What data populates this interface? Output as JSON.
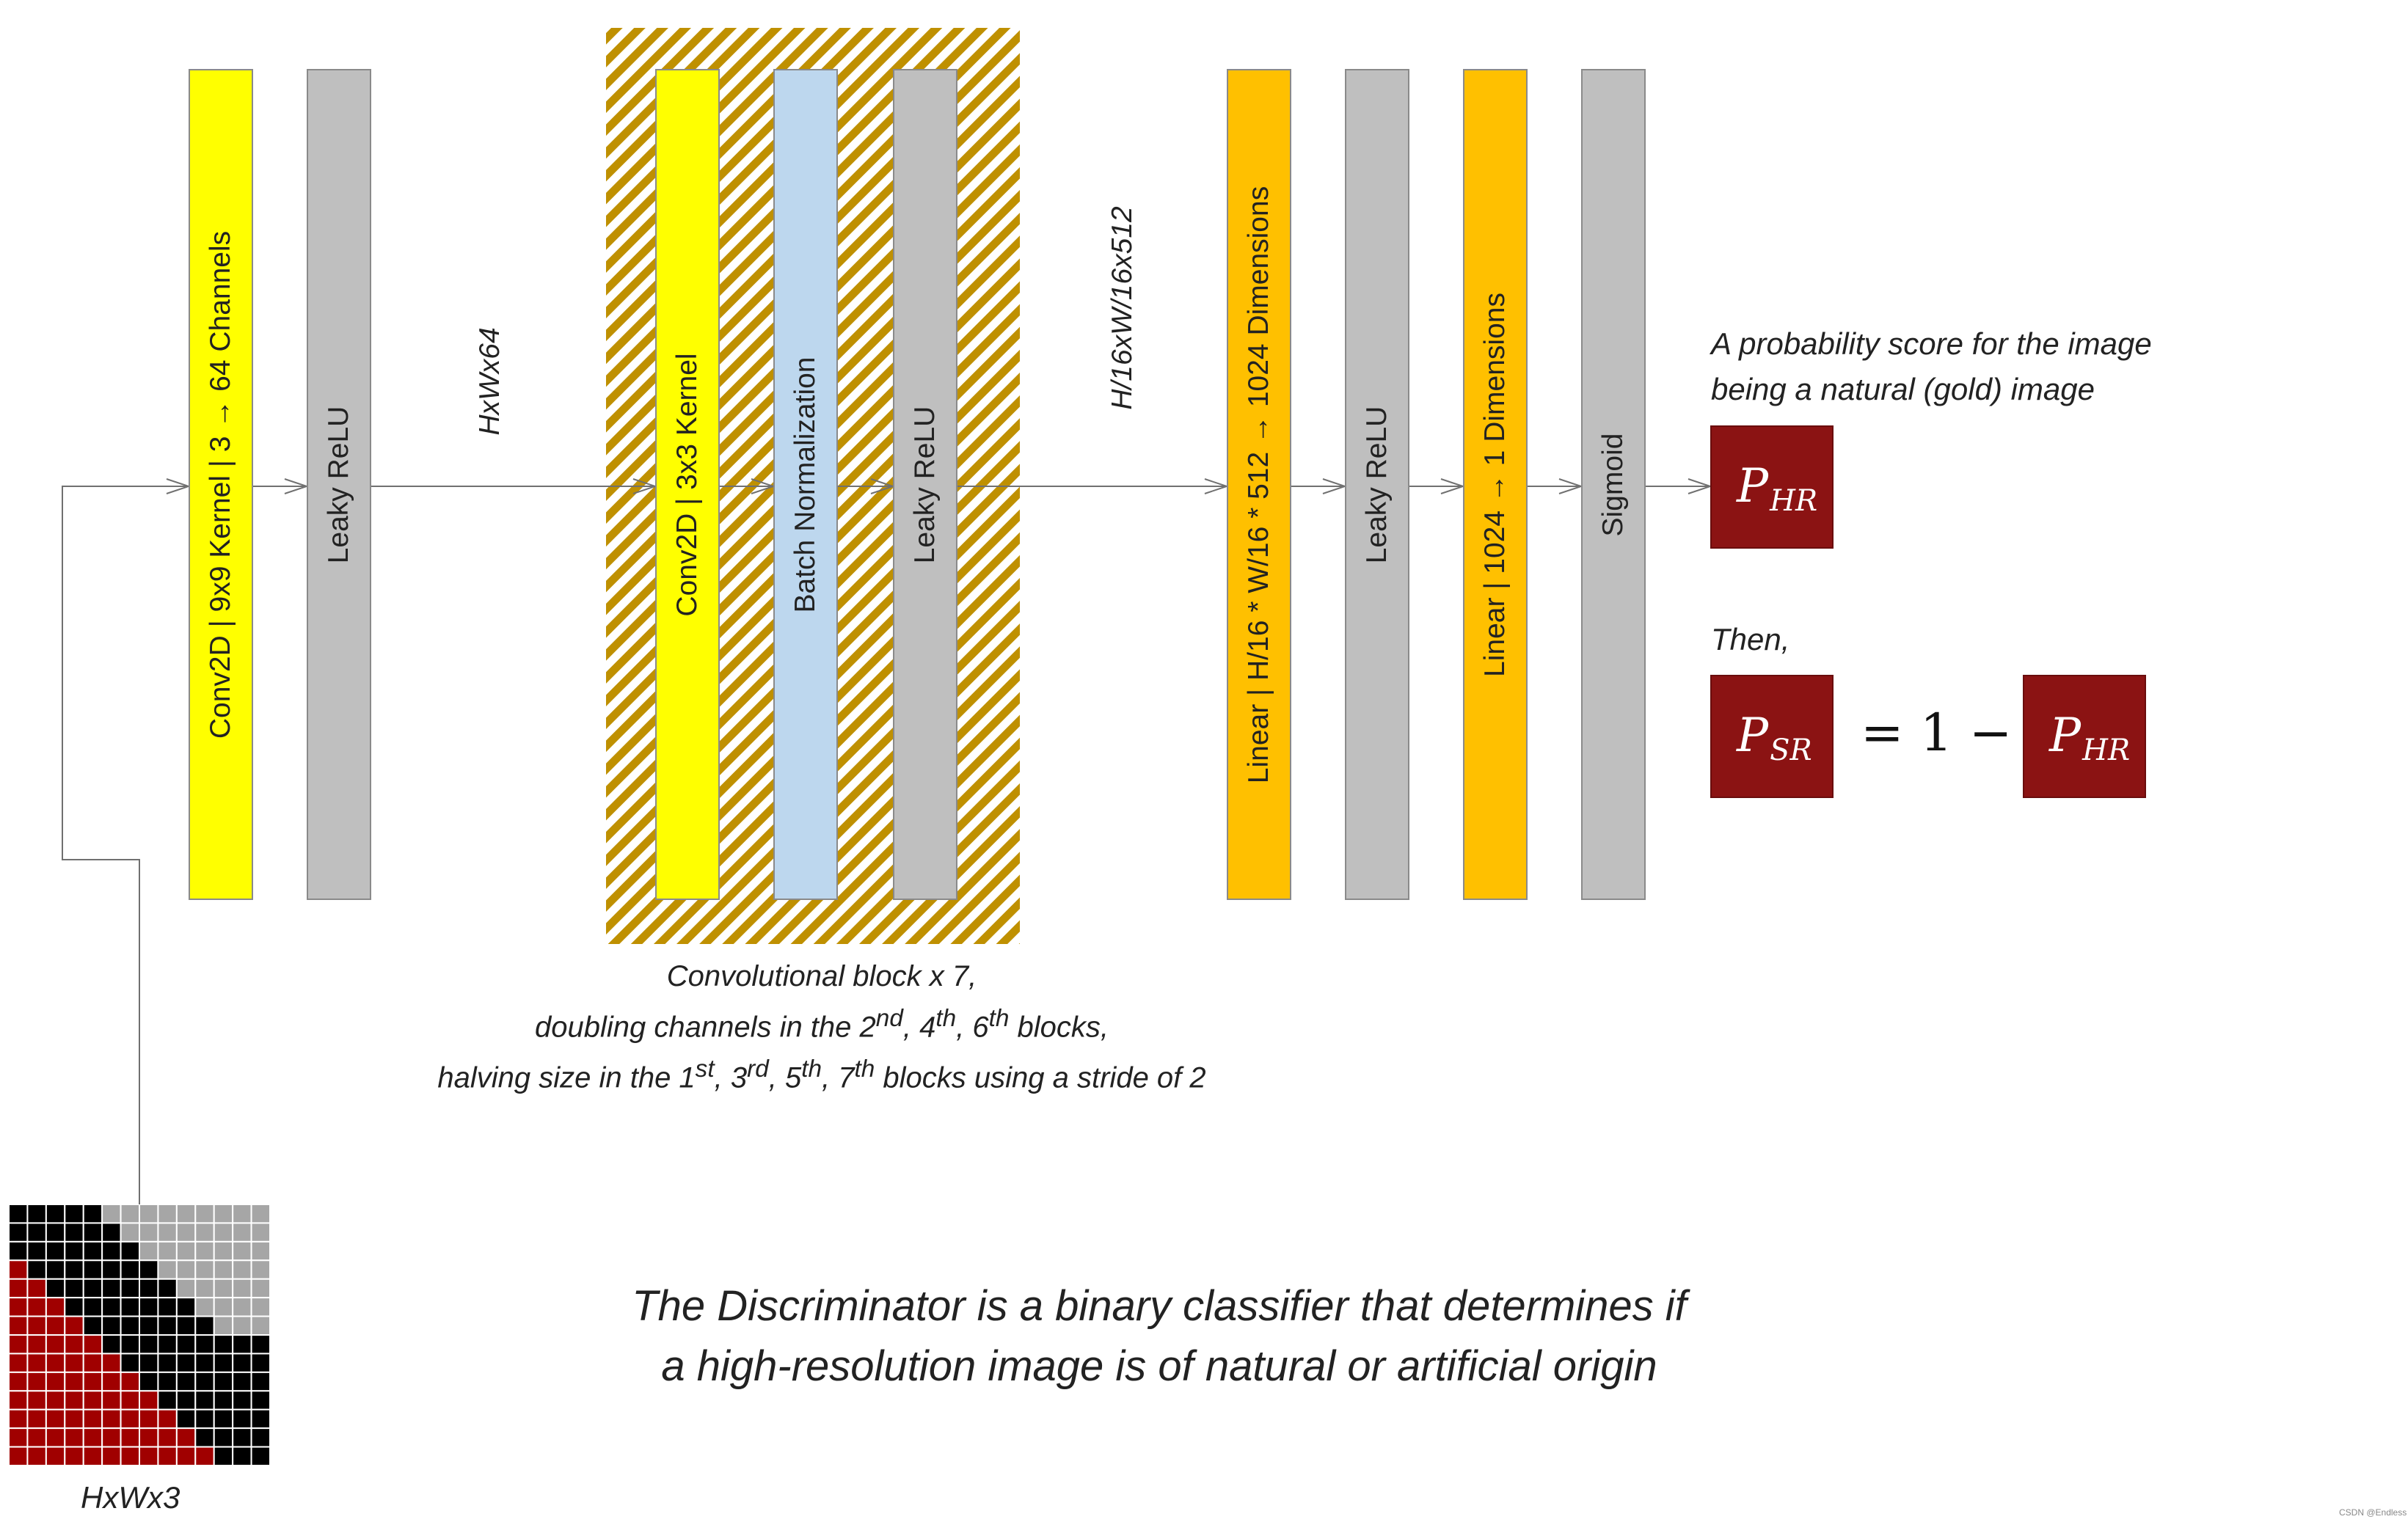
{
  "layers": {
    "conv_first": "Conv2D | 9x9 Kernel | 3 → 64 Channels",
    "leaky1": "Leaky ReLU",
    "conv_block": "Conv2D | 3x3 Kernel",
    "batchnorm": "Batch Normalization",
    "leaky2": "Leaky ReLU",
    "linear1": "Linear | H/16 * W/16 * 512 → 1024 Dimensions",
    "leaky3": "Leaky ReLU",
    "linear2": "Linear | 1024 → 1 Dimensions",
    "sigmoid": "Sigmoid"
  },
  "dims": {
    "hxwx64": "HxWx64",
    "h16w16x512": "H/16xW/16x512",
    "input": "HxWx3"
  },
  "block_caption": {
    "line1": "Convolutional block x 7,",
    "line2_pre": "doubling channels in the 2",
    "sup_nd": "nd",
    "sep1": ", 4",
    "sup_th1": "th",
    "sep2": ", 6",
    "sup_th2": "th",
    "line2_post": " blocks,",
    "line3_pre": "halving size in the 1",
    "sup_st": "st",
    "sep3": ", 3",
    "sup_rd": "rd",
    "sep4": ", 5",
    "sup_th3": "th",
    "sep5": ", 7",
    "sup_th4": "th",
    "line3_post": " blocks using a stride of 2"
  },
  "output": {
    "prob_line1": "A probability score for the image",
    "prob_line2": "being a natural (gold) image",
    "p_symbol": "P",
    "hr_sub": "HR",
    "sr_sub": "SR",
    "then": "Then,",
    "equation": "= 1 −"
  },
  "description": {
    "line1": "The Discriminator is a binary classifier that determines if",
    "line2": "a high-resolution image is of natural or artificial origin"
  },
  "watermark": "CSDN @Endless",
  "colors": {
    "conv": "#ffff00",
    "relu": "#bfbfbf",
    "batchnorm": "#bdd7ee",
    "linear": "#ffc000",
    "prob_box": "#8b1313",
    "hatch": "#bf9000",
    "pixel_red": "#a00000",
    "pixel_black": "#000000",
    "pixel_gray": "#a6a6a6",
    "arrow": "#707070"
  },
  "pixel_grid": {
    "rows": [
      "BBBBBGGGGGGGGG",
      "BBBBBBGGGGGGGG",
      "BBBBBBBGGGGGGG",
      "RBBBBBBBGGGGGG",
      "RRBBBBBBBGGGGG",
      "RRRBBBBBBBGGGG",
      "RRRRBBBBBBBGGG",
      "RRRRRBBBBBBBBB",
      "RRRRRRBBBBBBBB",
      "RRRRRRRBBBBBBB",
      "RRRRRRRRBBBBBB",
      "RRRRRRRRRBBBBB",
      "RRRRRRRRRRBBBB",
      "RRRRRRRRRRRBBB"
    ]
  }
}
